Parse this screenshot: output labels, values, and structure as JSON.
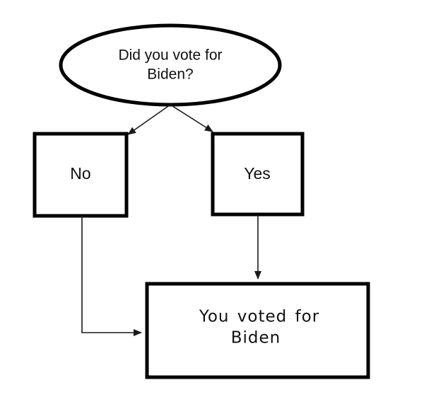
{
  "diagram": {
    "question": {
      "line1": "Did you vote for",
      "line2": "Biden?"
    },
    "option_no": "No",
    "option_yes": "Yes",
    "result": {
      "line1": "You voted for",
      "line2": "Biden"
    },
    "colors": {
      "stroke": "#000000",
      "fill": "#ffffff",
      "text": "#111111"
    }
  }
}
